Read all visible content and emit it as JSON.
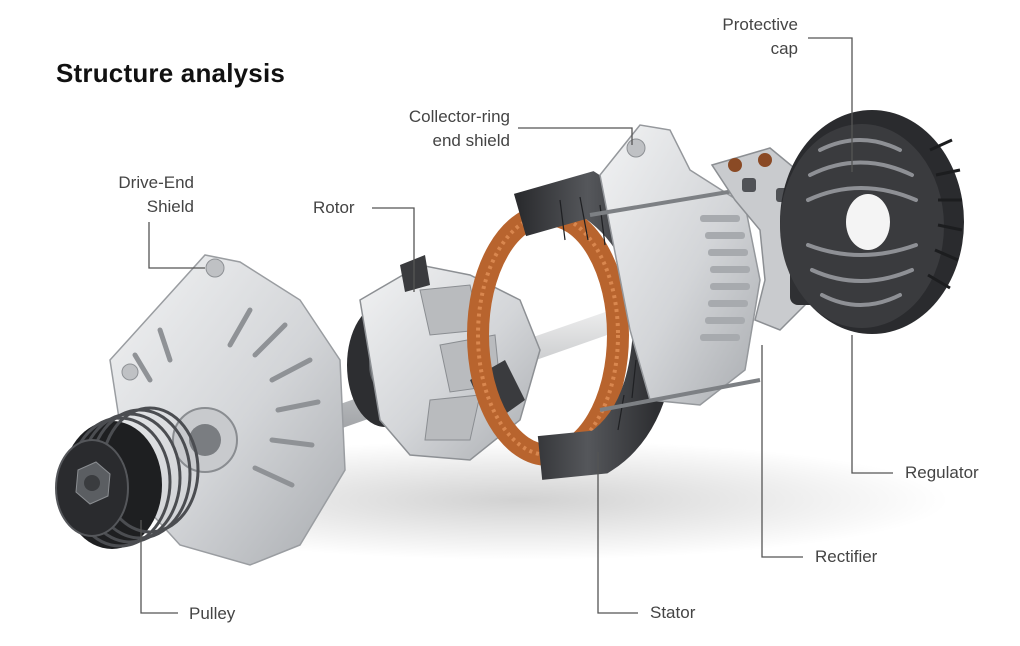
{
  "title": "Structure analysis",
  "labels": {
    "protective_cap": [
      "Protective",
      "cap"
    ],
    "collector_ring_end_shield": [
      "Collector-ring",
      "end shield"
    ],
    "drive_end_shield": [
      "Drive-End",
      "Shield"
    ],
    "rotor": "Rotor",
    "regulator": "Regulator",
    "rectifier": "Rectifier",
    "stator": "Stator",
    "pulley": "Pulley"
  },
  "colors": {
    "background": "#ffffff",
    "leader_line": "#555555",
    "aluminum": "#d9dadc",
    "steel_dark": "#3c3d40",
    "copper": "#b8642e"
  }
}
